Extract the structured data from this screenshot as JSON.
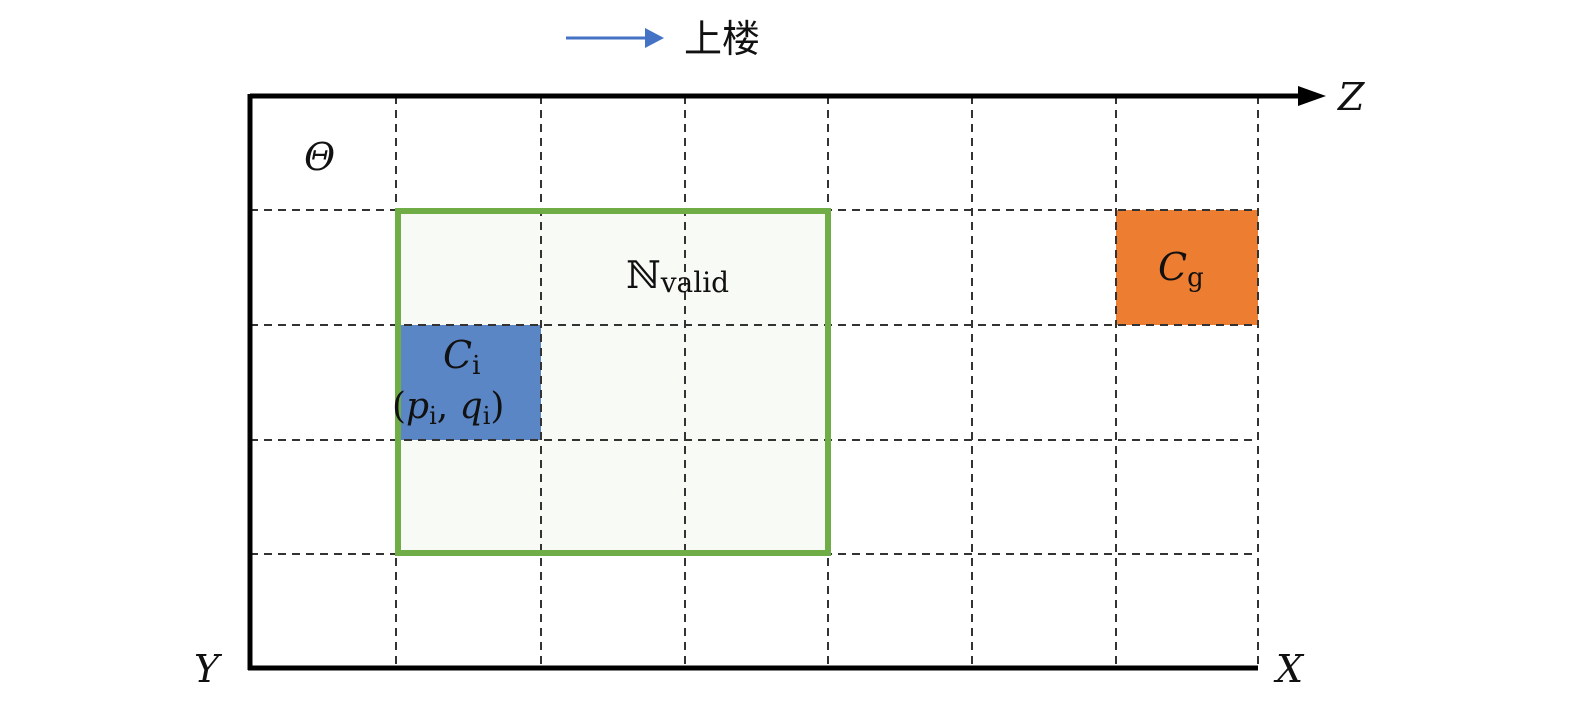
{
  "legend": {
    "label": "上楼",
    "arrow_color": "#4472c4"
  },
  "axes": {
    "z": "Z",
    "x": "X",
    "y": "Y",
    "origin_region": "Θ"
  },
  "grid": {
    "columns": 7,
    "rows": 5
  },
  "valid_region": {
    "symbol": "ℕ",
    "subscript": "valid",
    "color": "#70ad47"
  },
  "current_cell": {
    "symbol": "C",
    "subscript": "i",
    "coords_p": "p",
    "coords_q": "q",
    "coords_sub": "i",
    "color": "#5b86c5"
  },
  "goal_cell": {
    "symbol": "C",
    "subscript": "g",
    "color": "#ed7d31"
  }
}
